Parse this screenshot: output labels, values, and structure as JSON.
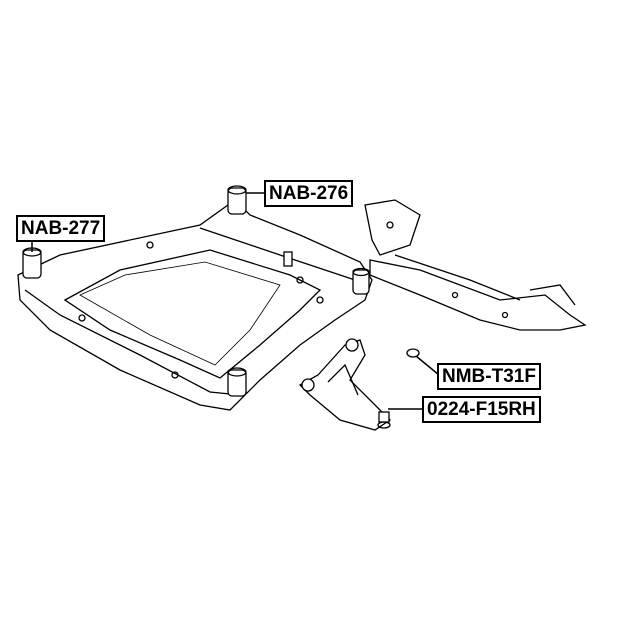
{
  "parts": [
    {
      "id": "nab-276",
      "label": "NAB-276"
    },
    {
      "id": "nab-277",
      "label": "NAB-277"
    },
    {
      "id": "nmb-t31f",
      "label": "NMB-T31F"
    },
    {
      "id": "0224-f15rh",
      "label": "0224-F15RH"
    }
  ]
}
